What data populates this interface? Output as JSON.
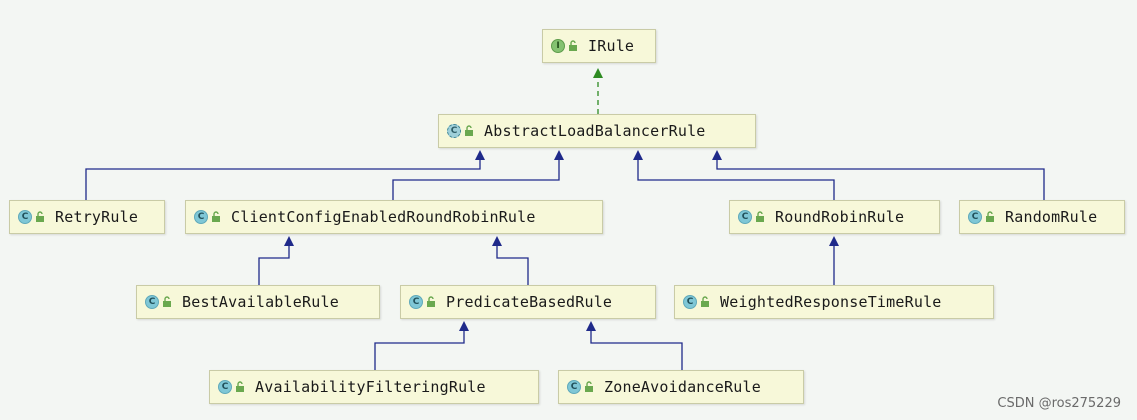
{
  "nodes": {
    "irule": {
      "label": "IRule",
      "badge": "I"
    },
    "abstract_lb_rule": {
      "label": "AbstractLoadBalancerRule",
      "badge": "C"
    },
    "retry_rule": {
      "label": "RetryRule",
      "badge": "C"
    },
    "client_config_rr_rule": {
      "label": "ClientConfigEnabledRoundRobinRule",
      "badge": "C"
    },
    "round_robin_rule": {
      "label": "RoundRobinRule",
      "badge": "C"
    },
    "random_rule": {
      "label": "RandomRule",
      "badge": "C"
    },
    "best_available_rule": {
      "label": "BestAvailableRule",
      "badge": "C"
    },
    "predicate_based_rule": {
      "label": "PredicateBasedRule",
      "badge": "C"
    },
    "weighted_response_time_rule": {
      "label": "WeightedResponseTimeRule",
      "badge": "C"
    },
    "availability_filtering_rule": {
      "label": "AvailabilityFilteringRule",
      "badge": "C"
    },
    "zone_avoidance_rule": {
      "label": "ZoneAvoidanceRule",
      "badge": "C"
    }
  },
  "edges": [
    {
      "from": "abstract_lb_rule",
      "to": "irule",
      "kind": "implements"
    },
    {
      "from": "retry_rule",
      "to": "abstract_lb_rule",
      "kind": "extends"
    },
    {
      "from": "client_config_rr_rule",
      "to": "abstract_lb_rule",
      "kind": "extends"
    },
    {
      "from": "round_robin_rule",
      "to": "abstract_lb_rule",
      "kind": "extends"
    },
    {
      "from": "random_rule",
      "to": "abstract_lb_rule",
      "kind": "extends"
    },
    {
      "from": "best_available_rule",
      "to": "client_config_rr_rule",
      "kind": "extends"
    },
    {
      "from": "predicate_based_rule",
      "to": "client_config_rr_rule",
      "kind": "extends"
    },
    {
      "from": "weighted_response_time_rule",
      "to": "round_robin_rule",
      "kind": "extends"
    },
    {
      "from": "availability_filtering_rule",
      "to": "predicate_based_rule",
      "kind": "extends"
    },
    {
      "from": "zone_avoidance_rule",
      "to": "predicate_based_rule",
      "kind": "extends"
    }
  ],
  "colors": {
    "extends_line": "#1f2a8a",
    "implements_line": "#2e8b22",
    "node_fill": "#f7f8d9",
    "background": "#f3f6f3"
  },
  "watermark": "CSDN @ros275229"
}
